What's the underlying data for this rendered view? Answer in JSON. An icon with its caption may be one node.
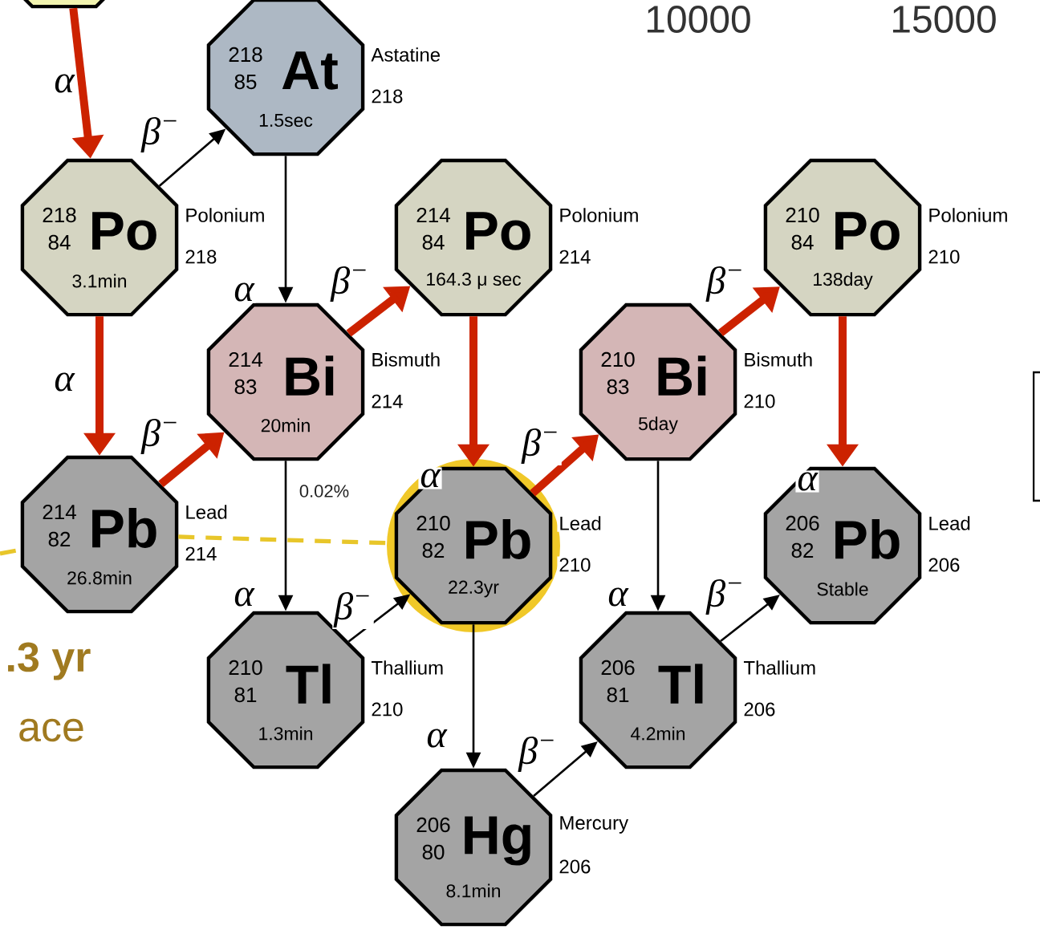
{
  "diagram": {
    "nodes": [
      {
        "text": [],
        "shape": "octagon"
      },
      {
        "text": [
          "218",
          "85",
          "At",
          "1.5sec"
        ],
        "beside": [
          "Astatine",
          "218"
        ]
      },
      {
        "text": [
          "218",
          "84",
          "Po",
          "3.1min"
        ],
        "beside": [
          "Polonium",
          "218"
        ]
      },
      {
        "text": [
          "214",
          "83",
          "Bi",
          "20min"
        ],
        "beside": [
          "Bismuth",
          "214"
        ]
      },
      {
        "text": [
          "214",
          "84",
          "Po",
          "164.3 μ sec"
        ],
        "beside": [
          "Polonium",
          "214"
        ]
      },
      {
        "text": [
          "214",
          "82",
          "Pb",
          "26.8min"
        ],
        "beside": [
          "Lead",
          "214"
        ]
      },
      {
        "text": [
          "210",
          "82",
          "Pb",
          "22.3yr"
        ],
        "beside": [
          "Lead",
          "210"
        ]
      },
      {
        "text": [
          "210",
          "83",
          "Bi",
          "5day"
        ],
        "beside": [
          "Bismuth",
          "210"
        ]
      },
      {
        "text": [
          "210",
          "84",
          "Po",
          "138day"
        ],
        "beside": [
          "Polonium",
          "210"
        ]
      },
      {
        "text": [
          "210",
          "81",
          "Tl",
          "1.3min"
        ],
        "beside": [
          "Thallium",
          "210"
        ]
      },
      {
        "text": [
          "206",
          "82",
          "Pb",
          "Stable"
        ],
        "beside": [
          "Lead",
          "206"
        ]
      },
      {
        "text": [
          "206",
          "81",
          "Tl",
          "4.2min"
        ],
        "beside": [
          "Thallium",
          "206"
        ]
      },
      {
        "text": [
          "206",
          "80",
          "Hg",
          "8.1min"
        ],
        "beside": [
          "Mercury",
          "206"
        ]
      }
    ],
    "edges": [
      {
        "from": 0,
        "to": 2,
        "arrow": "to",
        "label": "α",
        "style": "thick",
        "color": "#cc2200"
      },
      {
        "from": 2,
        "to": 1,
        "arrow": "to",
        "label": "β$^{−}$",
        "color": "#000000"
      },
      {
        "from": 2,
        "to": 5,
        "arrow": "to",
        "label": "α",
        "style": "thick",
        "color": "#cc2200"
      },
      {
        "from": 1,
        "to": 3,
        "arrow": "to",
        "label": "α",
        "color": "#000000"
      },
      {
        "from": 5,
        "to": 3,
        "arrow": "to",
        "label": "β$^{−}$",
        "style": "thick",
        "color": "#cc2200"
      },
      {
        "from": 3,
        "to": 4,
        "arrow": "to",
        "label": "β$^{−}$",
        "style": "thick",
        "color": "#cc2200"
      },
      {
        "from": 3,
        "to": 9,
        "arrow": "to",
        "label": "α",
        "color": "#000000"
      },
      {
        "from": 4,
        "to": 6,
        "arrow": "to",
        "label": "α",
        "style": "thick",
        "color": "#cc2200"
      },
      {
        "from": 6,
        "to": 7,
        "arrow": "to",
        "label": "β$^{−}$",
        "style": "thick",
        "color": "#cc2200"
      },
      {
        "from": 7,
        "to": 8,
        "arrow": "to",
        "label": "β$^{−}$",
        "style": "thick",
        "color": "#cc2200"
      },
      {
        "from": 7,
        "to": 11,
        "arrow": "to",
        "label": "α",
        "color": "#000000"
      },
      {
        "from": 8,
        "to": 10,
        "arrow": "to",
        "label": "α",
        "style": "thick",
        "color": "#cc2200"
      },
      {
        "from": 9,
        "to": 6,
        "arrow": "to",
        "label": "β$^{−}$",
        "color": "#000000"
      },
      {
        "from": 6,
        "to": 12,
        "arrow": "to",
        "label": "α",
        "color": "#000000"
      },
      {
        "from": 12,
        "to": 11,
        "arrow": "to",
        "label": "β$^{−}$",
        "color": "#000000"
      },
      {
        "from": 11,
        "to": 10,
        "arrow": "to",
        "label": "β$^{−}$",
        "color": "#000000"
      },
      {
        "from": 5,
        "to": 6,
        "arrow": "none",
        "style": "dashed",
        "color": "#e8c62a"
      },
      {
        "from": null,
        "to": 5,
        "arrow": "none",
        "style": "dashed",
        "color": "#e8c62a"
      }
    ],
    "labels": [
      "10000",
      "15000",
      "0.02%",
      ".3 yr",
      "ace"
    ]
  }
}
